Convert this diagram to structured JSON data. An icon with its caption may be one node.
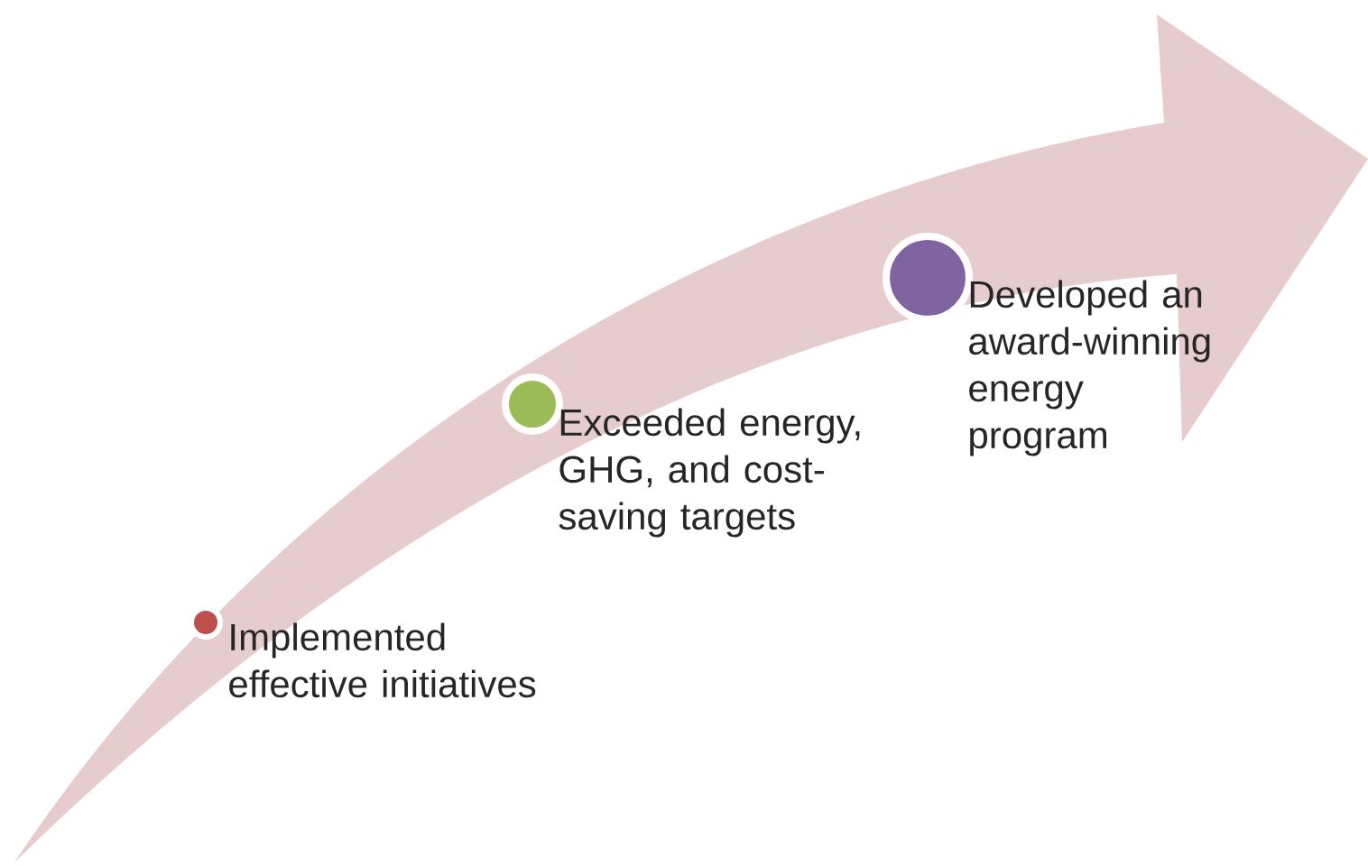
{
  "diagram": {
    "nodes": [
      {
        "text": [],
        "shape": "circle",
        "beside": [
          "Implemented effective initiatives"
        ]
      },
      {
        "text": [],
        "shape": "circle",
        "beside": [
          "Exceeded energy, GHG, and cost-saving targets"
        ]
      },
      {
        "text": [],
        "shape": "circle",
        "beside": [
          "Developed an award-winning energy program"
        ]
      }
    ]
  }
}
